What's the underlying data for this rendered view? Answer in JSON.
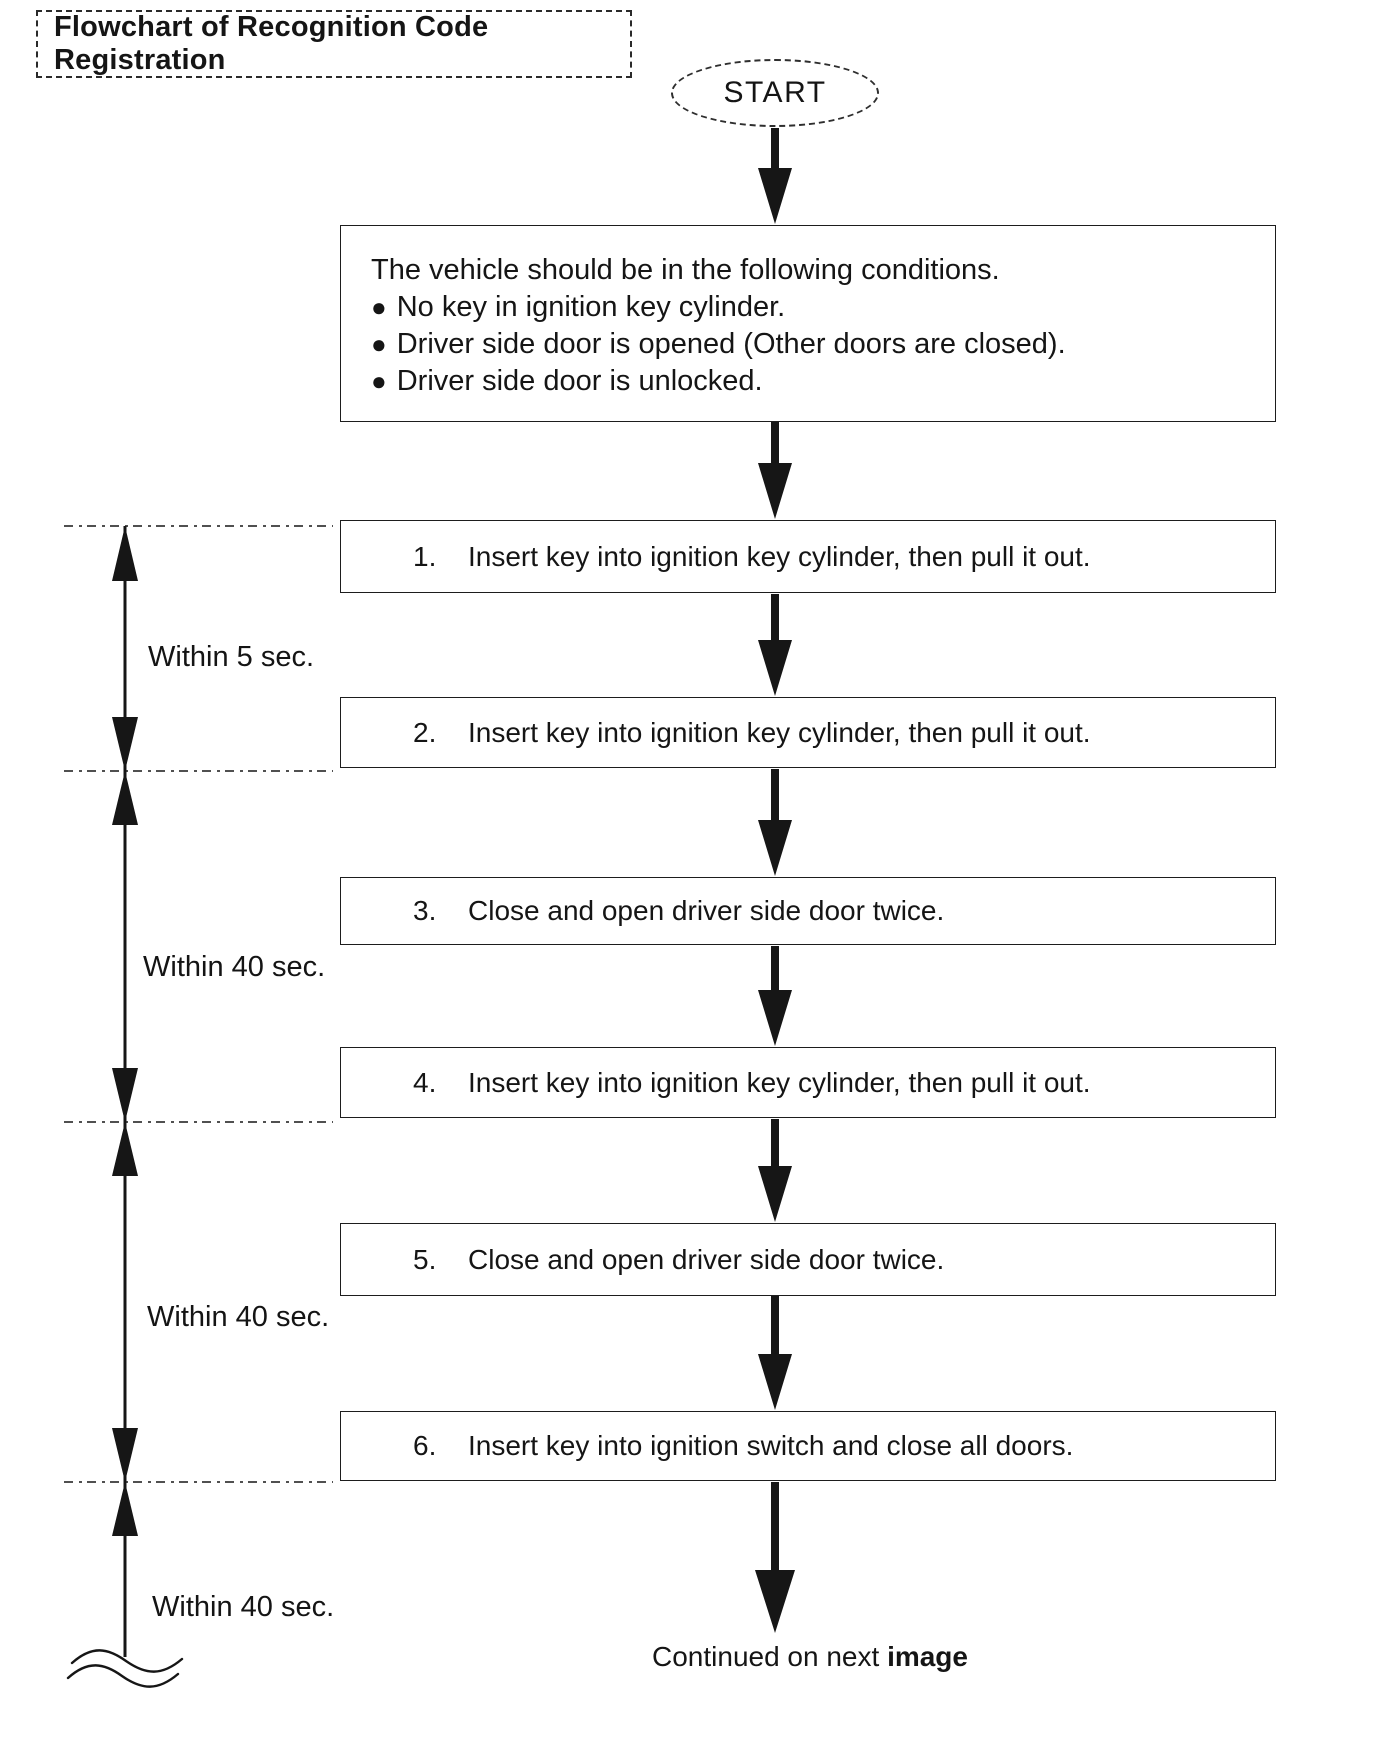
{
  "title": "Flowchart of Recognition Code Registration",
  "start": {
    "label": "START"
  },
  "conditions": {
    "intro": "The vehicle should be in the following conditions.",
    "bullet": "●",
    "items": [
      "No key in ignition key cylinder.",
      "Driver side door is opened (Other doors are closed).",
      "Driver side door is unlocked."
    ]
  },
  "steps": [
    {
      "num": "1.",
      "text": "Insert key into ignition key cylinder, then pull it out."
    },
    {
      "num": "2.",
      "text": "Insert key into ignition key cylinder, then pull it out."
    },
    {
      "num": "3.",
      "text": "Close and open driver side door twice."
    },
    {
      "num": "4.",
      "text": "Insert key into ignition key cylinder, then pull it out."
    },
    {
      "num": "5.",
      "text": "Close and open driver side door twice."
    },
    {
      "num": "6.",
      "text": "Insert key into ignition switch and close all doors."
    }
  ],
  "timings": [
    {
      "label": "Within 5 sec."
    },
    {
      "label": "Within 40 sec."
    },
    {
      "label": "Within 40 sec."
    },
    {
      "label": "Within 40 sec."
    }
  ],
  "footer": {
    "prefix": "Continued on next ",
    "emphasis": "image"
  },
  "colors": {
    "ink": "#161616",
    "paper": "#ffffff"
  }
}
